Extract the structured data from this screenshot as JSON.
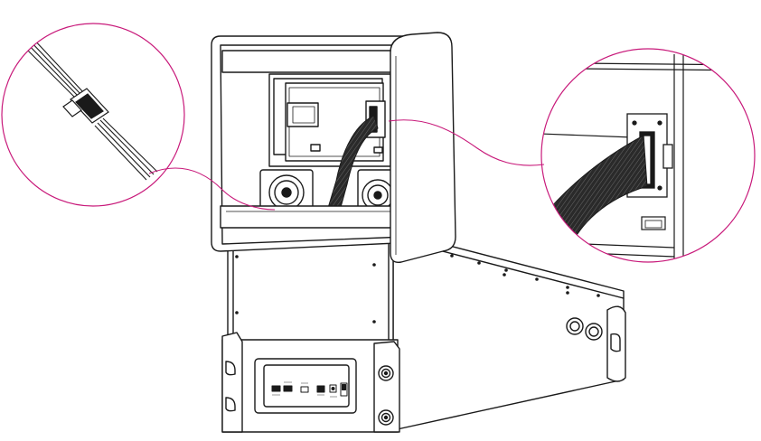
{
  "colors": {
    "line": "#1a1a1a",
    "callout": "#c8197a",
    "cable": "#222222",
    "background": "#ffffff"
  },
  "callouts": [
    {
      "id": "left",
      "subject": "ribbon-cable-inline-connector-detail"
    },
    {
      "id": "right",
      "subject": "ribbon-cable-board-connector-detail"
    }
  ]
}
